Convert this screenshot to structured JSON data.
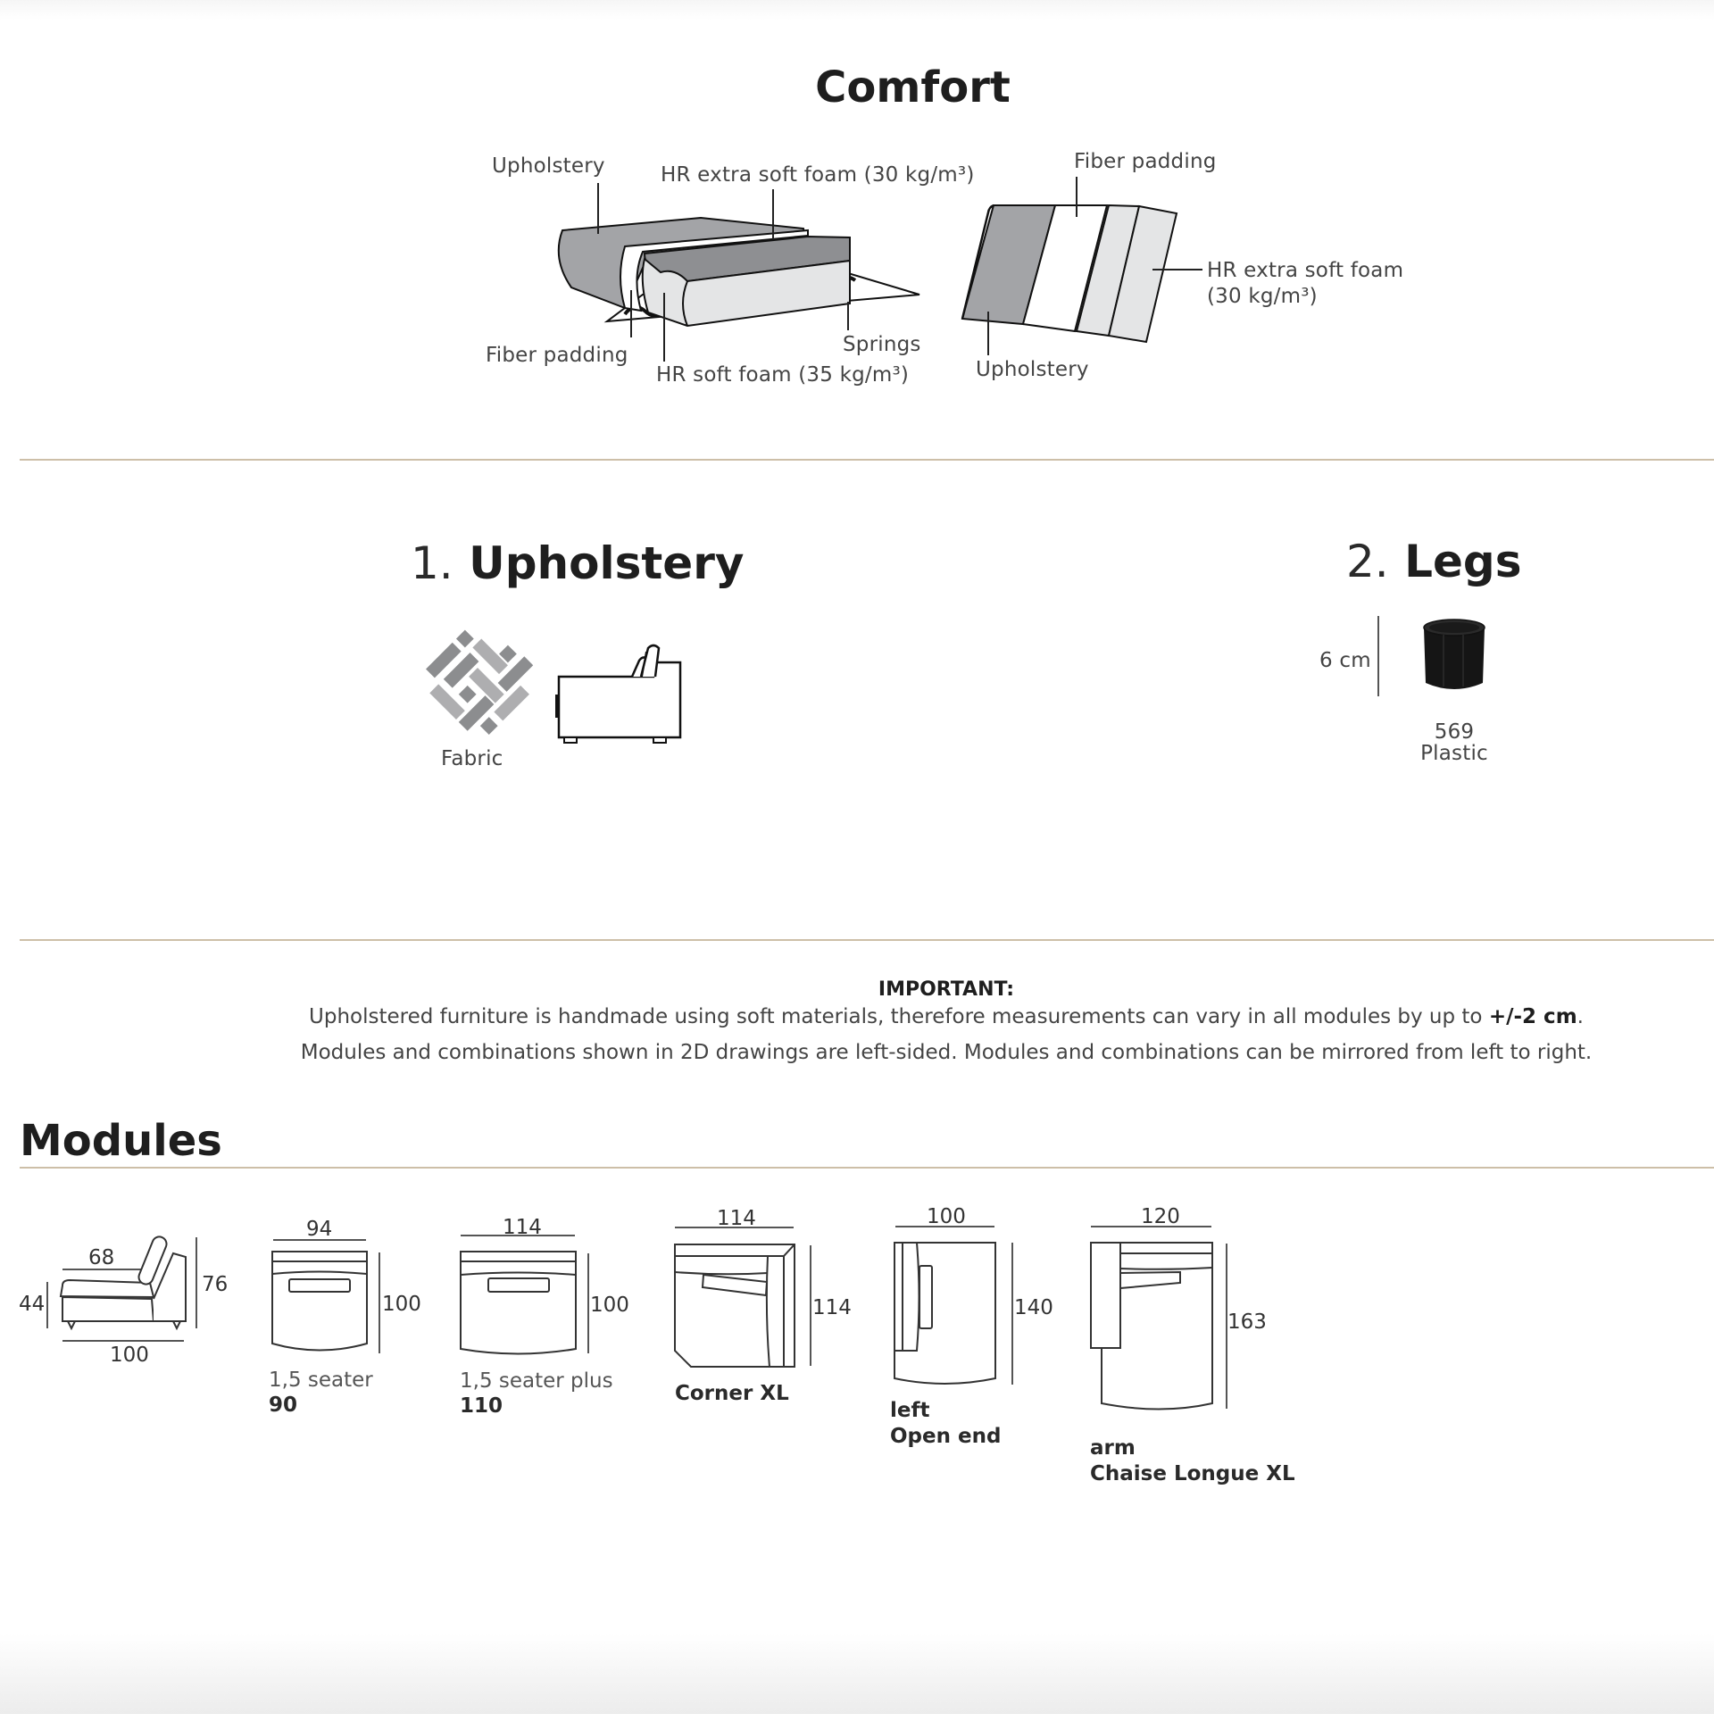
{
  "comfort": {
    "title": "Comfort",
    "seat_diagram": {
      "labels": {
        "upholstery": "Upholstery",
        "hr_extra_soft_foam": "HR extra soft foam (30 kg/m³)",
        "fiber_padding": "Fiber padding",
        "hr_soft_foam": "HR soft foam (35 kg/m³)",
        "springs": "Springs"
      }
    },
    "back_diagram": {
      "labels": {
        "fiber_padding": "Fiber padding",
        "hr_extra_soft_foam_line1": "HR extra soft foam",
        "hr_extra_soft_foam_line2": "(30 kg/m³)",
        "upholstery": "Upholstery"
      }
    }
  },
  "upholstery": {
    "number": "1.",
    "title": "Upholstery",
    "fabric_label": "Fabric",
    "icons": [
      "fabric-weave-icon",
      "sofa-side-icon"
    ]
  },
  "legs": {
    "number": "2.",
    "title": "Legs",
    "height": "6 cm",
    "code": "569",
    "material": "Plastic",
    "icon": "plastic-leg-icon"
  },
  "important": {
    "heading": "IMPORTANT:",
    "line1_pre": "Upholstered furniture is handmade using soft materials, therefore measurements can vary in all modules by up to ",
    "line1_bold": "+/-2 cm",
    "line1_post": ".",
    "line2": "Modules and combinations shown in 2D drawings are left-sided. Modules and combinations can be mirrored from left to right."
  },
  "modules": {
    "title": "Modules",
    "side_view": {
      "seat_depth": "68",
      "seat_height": "44",
      "total_height": "76",
      "total_depth": "100"
    },
    "items": [
      {
        "name_line1": "1,5 seater",
        "name_line2": "90",
        "width": "94",
        "depth": "100"
      },
      {
        "name_line1": "1,5 seater plus",
        "name_line2": "110",
        "width": "114",
        "depth": "100"
      },
      {
        "name_line1": "Corner XL",
        "name_line2": "",
        "width": "114",
        "depth": "114"
      },
      {
        "name_line1": "left",
        "name_line2": "Open end",
        "width": "100",
        "depth": "140"
      },
      {
        "name_line1": "arm",
        "name_line2": "Chaise Longue XL",
        "width": "120",
        "depth": "163"
      }
    ]
  },
  "colors": {
    "divider": "#cdbfa8",
    "upholstery_gray": "#a3a4a7",
    "foam_dark": "#8e8f92",
    "foam_light": "#e4e5e6",
    "title": "#1e1e1e"
  }
}
